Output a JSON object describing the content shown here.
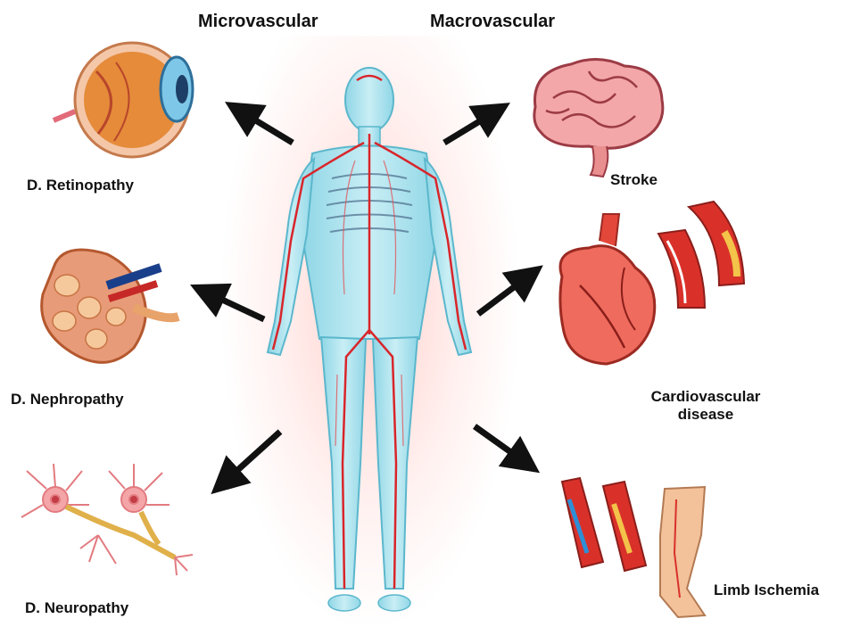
{
  "headers": {
    "left": "Microvascular",
    "right": "Macrovascular"
  },
  "complications": {
    "retinopathy": "D. Retinopathy",
    "nephropathy": "D. Nephropathy",
    "neuropathy": "D. Neuropathy",
    "stroke": "Stroke",
    "cardio_line1": "Cardiovascular",
    "cardio_line2": "disease",
    "limb": "Limb Ischemia"
  },
  "colors": {
    "vessel_red": "#d8262b",
    "body_cyan": "#7fd3e3",
    "organ_pink": "#f2a6a0",
    "arrow": "#111111"
  }
}
